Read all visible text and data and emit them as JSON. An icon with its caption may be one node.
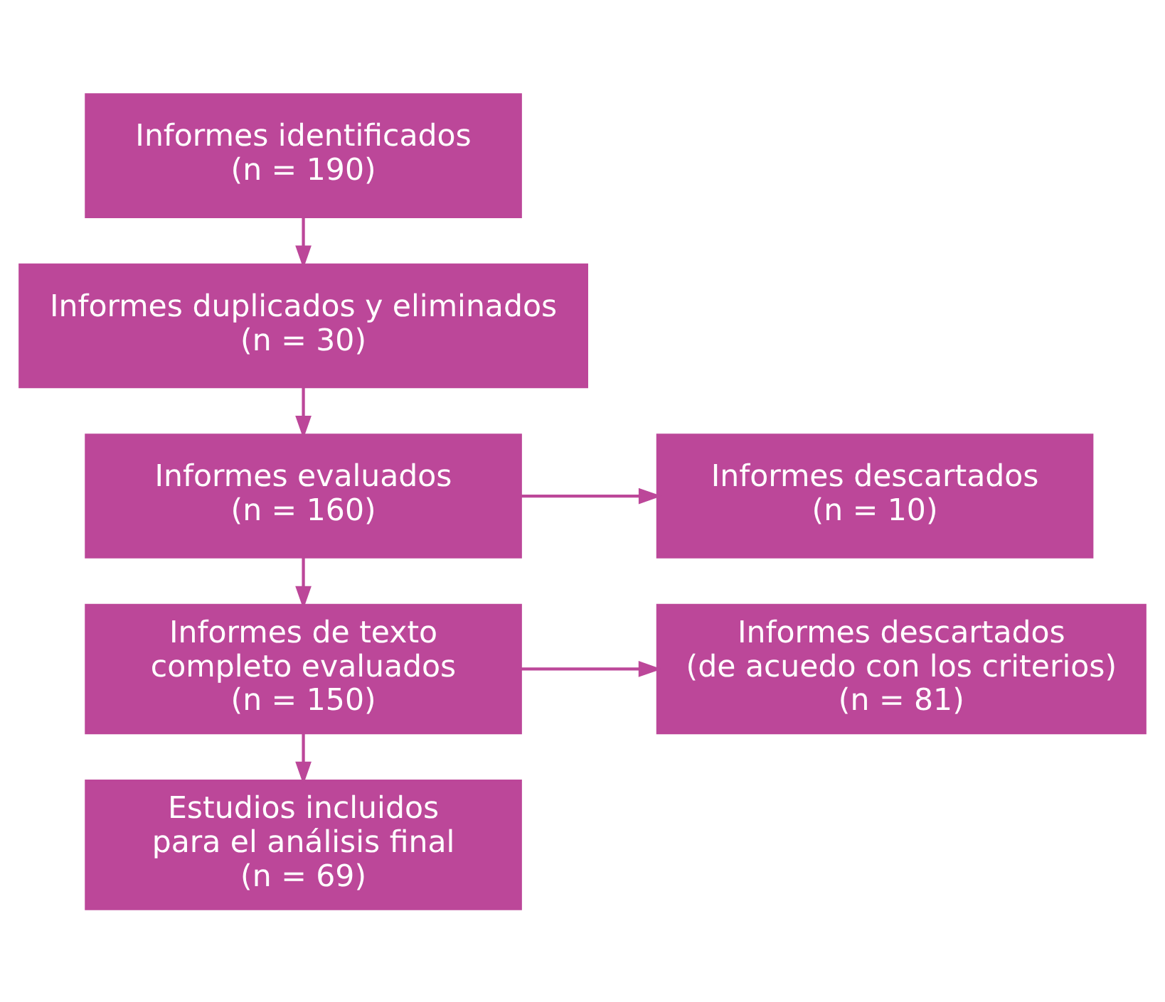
{
  "diagram": {
    "nodes": [
      {
        "text": [
          "Informes identificados",
          "(n = 190)"
        ]
      },
      {
        "text": [
          "Informes duplicados y eliminados",
          "(n = 30)"
        ]
      },
      {
        "text": [
          "Informes evaluados",
          "(n = 160)"
        ]
      },
      {
        "text": [
          "Informes descartados",
          "(n = 10)"
        ]
      },
      {
        "text": [
          "Informes de texto completo evaluados",
          "(n = 150)"
        ]
      },
      {
        "text": [
          "Informes descartados",
          "(de acuedo con los criterios)",
          "(n = 81)"
        ]
      },
      {
        "text": [
          "Estudios incluidos para el análisis final",
          "(n = 69)"
        ]
      }
    ],
    "edges": [
      {
        "from": 0,
        "to": 1,
        "arrow": "to"
      },
      {
        "from": 1,
        "to": 2,
        "arrow": "to"
      },
      {
        "from": 2,
        "to": 3,
        "arrow": "to"
      },
      {
        "from": 2,
        "to": 4,
        "arrow": "to"
      },
      {
        "from": 4,
        "to": 5,
        "arrow": "to"
      },
      {
        "from": 4,
        "to": 6,
        "arrow": "to"
      }
    ]
  }
}
